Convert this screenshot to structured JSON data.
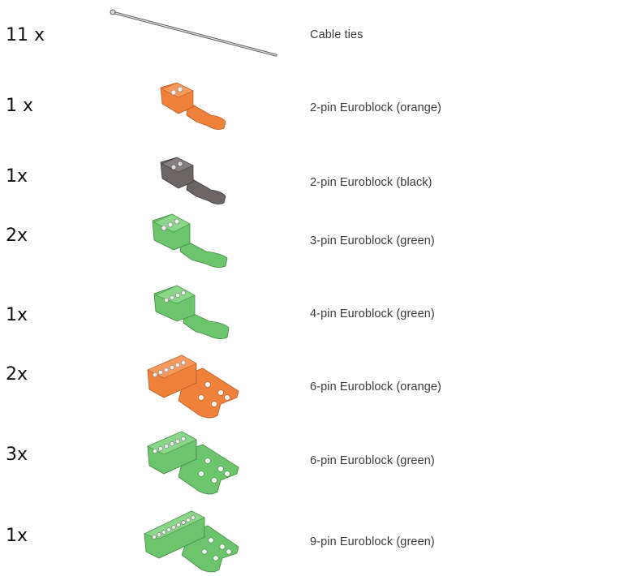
{
  "parts_list": {
    "items": [
      {
        "quantity": "11 x",
        "name": "Cable ties",
        "image": "cable-tie",
        "color": "#d8d8d8"
      },
      {
        "quantity": "1 x",
        "name": "2-pin Euroblock (orange)",
        "image": "euroblock-2pin",
        "color": "#f0813a"
      },
      {
        "quantity": "1x",
        "name": "2-pin Euroblock (black)",
        "image": "euroblock-2pin",
        "color": "#6b6565"
      },
      {
        "quantity": "2x",
        "name": "3-pin Euroblock (green)",
        "image": "euroblock-3pin",
        "color": "#6cc46c"
      },
      {
        "quantity": "1x",
        "name": "4-pin Euroblock (green)",
        "image": "euroblock-4pin",
        "color": "#6cc46c"
      },
      {
        "quantity": "2x",
        "name": "6-pin Euroblock (orange)",
        "image": "euroblock-6pin",
        "color": "#f0813a"
      },
      {
        "quantity": "3x",
        "name": "6-pin Euroblock (green)",
        "image": "euroblock-6pin",
        "color": "#6cc46c"
      },
      {
        "quantity": "1x",
        "name": "9-pin Euroblock (green)",
        "image": "euroblock-9pin",
        "color": "#6cc46c"
      }
    ]
  }
}
